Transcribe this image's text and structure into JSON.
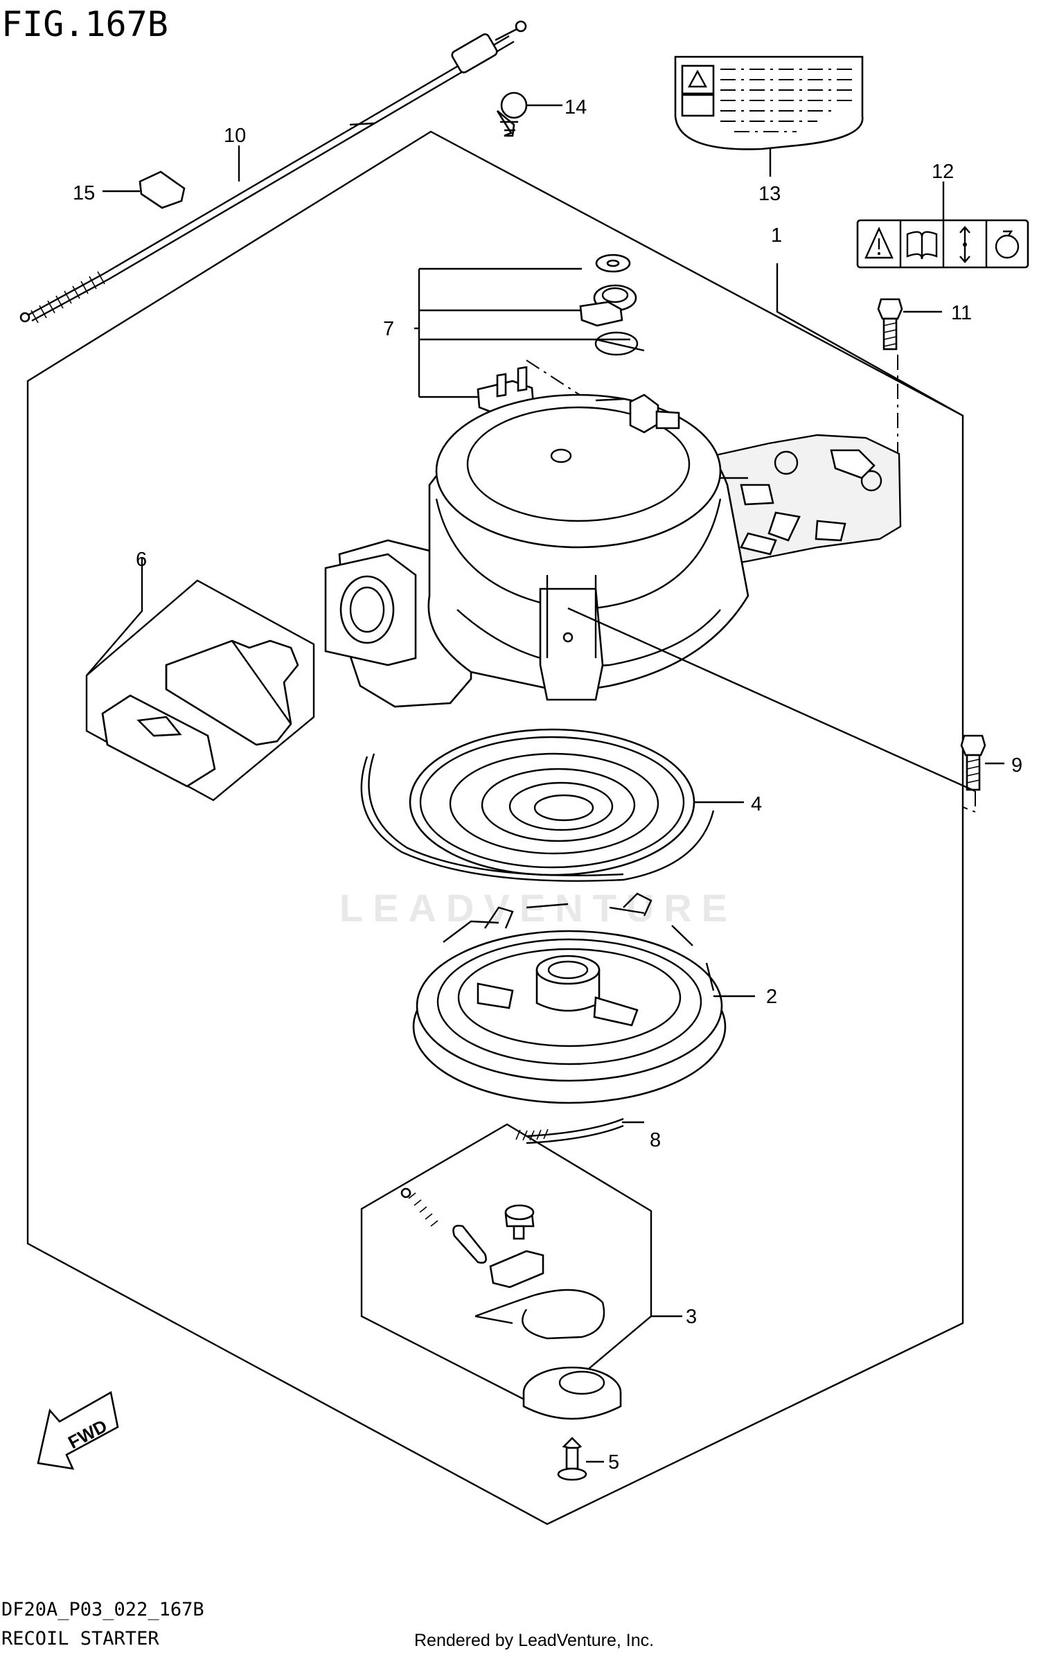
{
  "figure": {
    "title": "FIG.167B",
    "code": "DF20A_P03_022_167B",
    "subtitle": "RECOIL STARTER",
    "credit": "Rendered by LeadVenture, Inc.",
    "watermark": "LEADVENTURE",
    "direction_label": "FWD"
  },
  "callouts": [
    {
      "number": "1"
    },
    {
      "number": "2"
    },
    {
      "number": "3"
    },
    {
      "number": "4"
    },
    {
      "number": "5"
    },
    {
      "number": "6"
    },
    {
      "number": "7"
    },
    {
      "number": "8"
    },
    {
      "number": "9"
    },
    {
      "number": "10"
    },
    {
      "number": "11"
    },
    {
      "number": "12"
    },
    {
      "number": "13"
    },
    {
      "number": "14"
    },
    {
      "number": "15"
    }
  ],
  "icons": [
    "warning-icon",
    "manual-book-icon",
    "pull-direction-icon",
    "rotation-icon"
  ]
}
